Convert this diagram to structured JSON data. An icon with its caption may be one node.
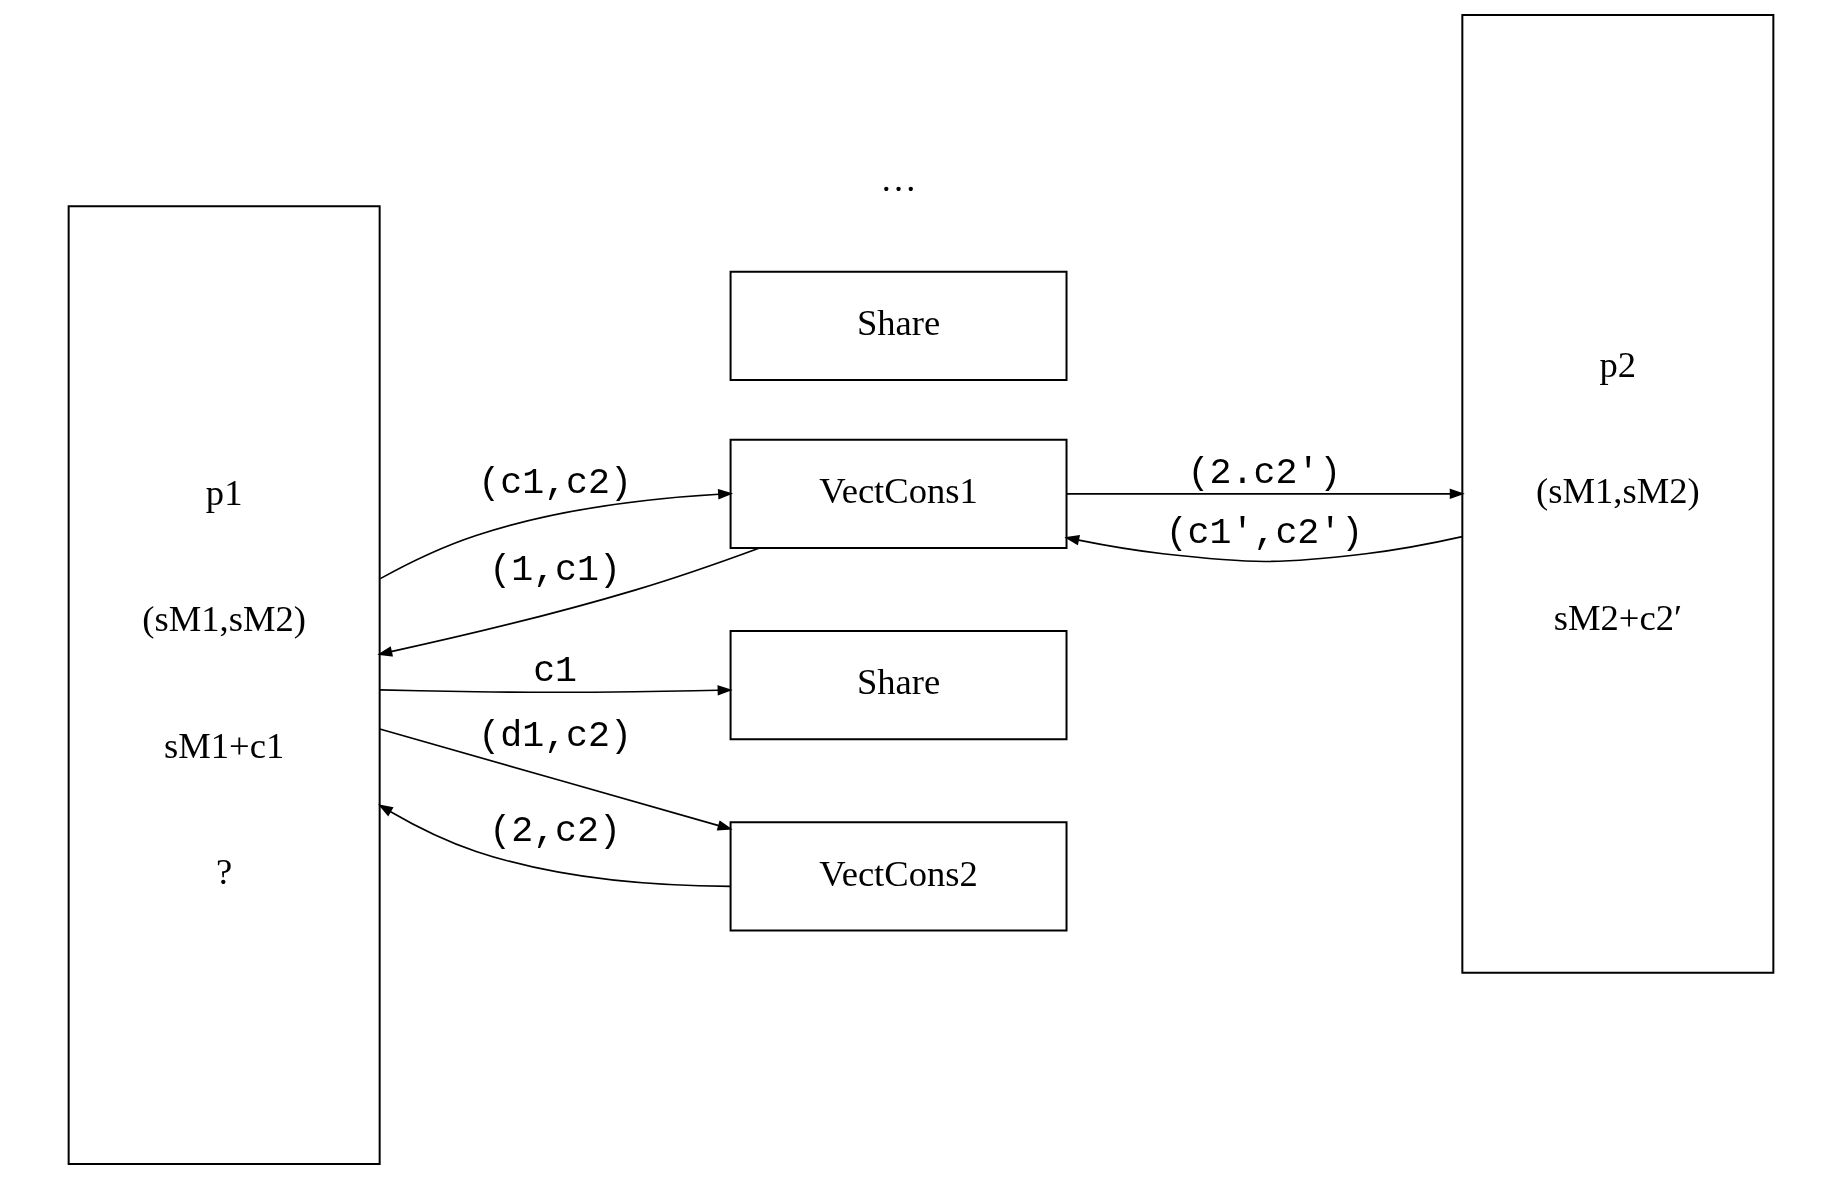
{
  "diagram": {
    "nodes": [
      {
        "text": [
          "p1",
          "(sM1,sM2)",
          "sM1+c1",
          "?"
        ]
      },
      {
        "text": [
          "VectCons1"
        ]
      },
      {
        "text": [
          "Share"
        ]
      },
      {
        "text": [
          "Share"
        ]
      },
      {
        "text": [
          "VectCons2"
        ]
      },
      {
        "text": [
          "p2",
          "(sM1,sM2)",
          "sM2+c2′"
        ]
      }
    ],
    "edges": [
      {
        "from": 0,
        "to": 1,
        "arrow": "to",
        "label": "(c1,c2)"
      },
      {
        "from": 1,
        "to": 0,
        "arrow": "to",
        "label": "(1,c1)"
      },
      {
        "from": 0,
        "to": 2,
        "arrow": "to",
        "label": "c1"
      },
      {
        "from": 5,
        "to": 1,
        "arrow": "to",
        "label": "(c1′,c2′)"
      },
      {
        "from": 1,
        "to": 5,
        "arrow": "to",
        "label": "(2.c2′)"
      },
      {
        "from": 0,
        "to": 4,
        "arrow": "to",
        "label": "(d1,c2)"
      },
      {
        "from": 4,
        "to": 0,
        "arrow": "to",
        "label": "(2,c2)"
      }
    ],
    "labels": [
      "…"
    ]
  }
}
